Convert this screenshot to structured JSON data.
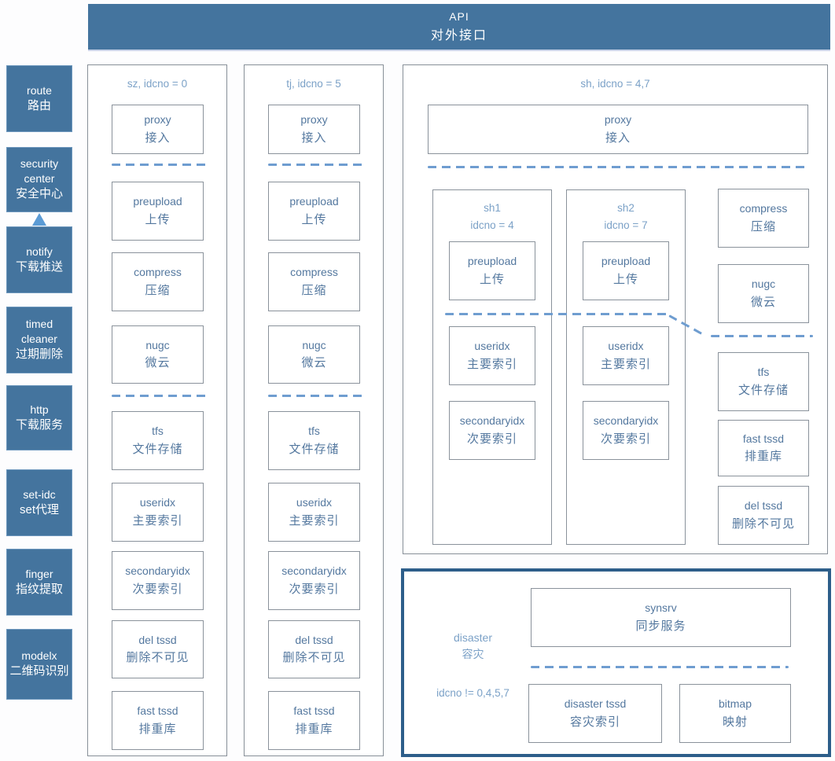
{
  "header": {
    "en": "API",
    "zh": "对外接口"
  },
  "sidebar": {
    "items": [
      {
        "en": "route",
        "zh": "路由"
      },
      {
        "en": "security center",
        "zh": "安全中心"
      },
      {
        "en": "notify",
        "zh": "下载推送"
      },
      {
        "en": "timed cleaner",
        "zh": "过期删除"
      },
      {
        "en": "http",
        "zh": "下载服务"
      },
      {
        "en": "set-idc",
        "zh": "set代理"
      },
      {
        "en": "finger",
        "zh": "指纹提取"
      },
      {
        "en": "modelx",
        "zh": "二维码识别"
      }
    ]
  },
  "columns": {
    "sz": {
      "label": "sz, idcno = 0",
      "boxes": [
        {
          "en": "proxy",
          "zh": "接入"
        },
        {
          "en": "preupload",
          "zh": "上传"
        },
        {
          "en": "compress",
          "zh": "压缩"
        },
        {
          "en": "nugc",
          "zh": "微云"
        },
        {
          "en": "tfs",
          "zh": "文件存储"
        },
        {
          "en": "useridx",
          "zh": "主要索引"
        },
        {
          "en": "secondaryidx",
          "zh": "次要索引"
        },
        {
          "en": "del tssd",
          "zh": "删除不可见"
        },
        {
          "en": "fast tssd",
          "zh": "排重库"
        }
      ]
    },
    "tj": {
      "label": "tj, idcno = 5",
      "boxes": [
        {
          "en": "proxy",
          "zh": "接入"
        },
        {
          "en": "preupload",
          "zh": "上传"
        },
        {
          "en": "compress",
          "zh": "压缩"
        },
        {
          "en": "nugc",
          "zh": "微云"
        },
        {
          "en": "tfs",
          "zh": "文件存储"
        },
        {
          "en": "useridx",
          "zh": "主要索引"
        },
        {
          "en": "secondaryidx",
          "zh": "次要索引"
        },
        {
          "en": "del tssd",
          "zh": "删除不可见"
        },
        {
          "en": "fast tssd",
          "zh": "排重库"
        }
      ]
    },
    "sh": {
      "label": "sh, idcno = 4,7",
      "proxy": {
        "en": "proxy",
        "zh": "接入"
      },
      "sub1": {
        "label1": "sh1",
        "label2": "idcno = 4",
        "boxes": [
          {
            "en": "preupload",
            "zh": "上传"
          },
          {
            "en": "useridx",
            "zh": "主要索引"
          },
          {
            "en": "secondaryidx",
            "zh": "次要索引"
          }
        ]
      },
      "sub2": {
        "label1": "sh2",
        "label2": "idcno = 7",
        "boxes": [
          {
            "en": "preupload",
            "zh": "上传"
          },
          {
            "en": "useridx",
            "zh": "主要索引"
          },
          {
            "en": "secondaryidx",
            "zh": "次要索引"
          }
        ]
      },
      "right_boxes": [
        {
          "en": "compress",
          "zh": "压缩"
        },
        {
          "en": "nugc",
          "zh": "微云"
        },
        {
          "en": "tfs",
          "zh": "文件存储"
        },
        {
          "en": "fast tssd",
          "zh": "排重库"
        },
        {
          "en": "del tssd",
          "zh": "删除不可见"
        }
      ]
    },
    "disaster": {
      "label_en": "disaster",
      "label_zh": "容灾",
      "condition": "idcno != 0,4,5,7",
      "synsrv": {
        "en": "synsrv",
        "zh": "同步服务"
      },
      "boxes": [
        {
          "en": "disaster tssd",
          "zh": "容灾索引"
        },
        {
          "en": "bitmap",
          "zh": "映射"
        }
      ]
    }
  },
  "colors": {
    "blue_fill": "#44749e",
    "dash_blue": "#6f9dd0",
    "node_text_blue": "#54789f",
    "label_blue": "#7ba1c7",
    "border_gray": "#8a929b",
    "disaster_border": "#2d5e8a",
    "arrow_blue": "#5b9bd5"
  }
}
